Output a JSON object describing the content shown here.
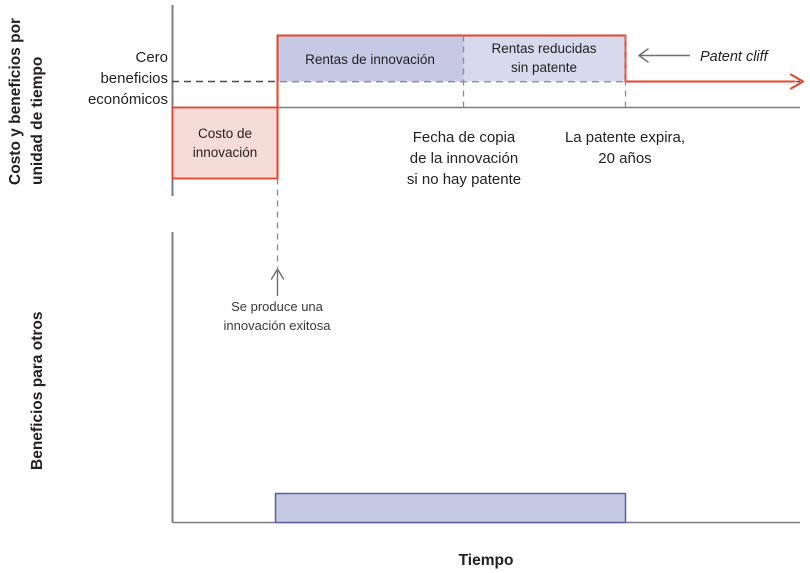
{
  "chart_data": {
    "type": "area",
    "title": "",
    "xlabel": "Tiempo",
    "panels": [
      {
        "id": "upper",
        "ylabel": "Costo y beneficios por unidad de tiempo",
        "zero_line_label": "Cero beneficios económicos",
        "regions": [
          {
            "name": "Costo de innovación",
            "label": "Costo de innovación",
            "sign": "negative",
            "x_start": 0,
            "x_end": 1,
            "value": -1,
            "fill": "#f6dcd6",
            "stroke": "#e8432a"
          },
          {
            "name": "Rentas de innovación",
            "label": "Rentas de innovación",
            "sign": "positive",
            "x_start": 1,
            "x_end": 2.8,
            "value": 1,
            "fill": "#c6c9e4",
            "stroke": "#e8432a"
          },
          {
            "name": "Rentas reducidas sin patente",
            "label": "Rentas reducidas sin patente",
            "sign": "positive",
            "x_start": 2.8,
            "x_end": 4.3,
            "value": 1,
            "fill": "#d7d9ec",
            "stroke": "#e8432a"
          },
          {
            "name": "Cero beneficios tras expiración",
            "label": "",
            "sign": "zero",
            "x_start": 4.3,
            "x_end": 6.0,
            "value": 0,
            "fill": "none",
            "stroke": "#e8432a"
          }
        ],
        "annotations": [
          {
            "name": "patent-cliff",
            "text": "Patent cliff",
            "style": "italic",
            "arrow": "left"
          }
        ]
      },
      {
        "id": "lower",
        "ylabel": "Beneficios para otros",
        "regions": [
          {
            "name": "Beneficios para otros",
            "label": "",
            "x_start": 1,
            "x_end": 4.3,
            "value": 0.12,
            "fill": "#c6c9e4",
            "stroke": "#5b5ea6"
          }
        ],
        "annotations": [
          {
            "name": "successful-innovation",
            "text_line1": "Se produce una",
            "text_line2": "innovación exitosa",
            "arrow": "up"
          }
        ]
      }
    ],
    "event_markers": [
      {
        "name": "copy-date",
        "label_lines": [
          "Fecha de copia",
          "de la innovación",
          "si no hay patente"
        ],
        "x": 2.8
      },
      {
        "name": "patent-expiry",
        "label_lines": [
          "La patente expira,",
          "20 años"
        ],
        "x": 4.3
      }
    ]
  },
  "labels": {
    "y_axis_upper": "Costo y beneficios por unidad de tiempo",
    "y_axis_upper_line1": "Costo y beneficios por",
    "y_axis_upper_line2": "unidad de tiempo",
    "y_axis_lower": "Beneficios para otros",
    "x_axis": "Tiempo",
    "zero_profit_line1": "Cero",
    "zero_profit_line2": "beneficios",
    "zero_profit_line3": "económicos",
    "innovation_cost_line1": "Costo de",
    "innovation_cost_line2": "innovación",
    "innovation_rents": "Rentas de innovación",
    "reduced_rents_line1": "Rentas reducidas",
    "reduced_rents_line2": "sin patente",
    "copy_date_line1": "Fecha de copia",
    "copy_date_line2": "de la innovación",
    "copy_date_line3": "si no hay patente",
    "patent_expiry_line1": "La patente expira,",
    "patent_expiry_line2": "20 años",
    "patent_cliff": "Patent cliff",
    "successful_innovation_line1": "Se produce una",
    "successful_innovation_line2": "innovación exitosa"
  },
  "colors": {
    "rent_fill_dark": "#c6c9e4",
    "rent_fill_light": "#d7d9ec",
    "cost_fill": "#f6dcd6",
    "accent_red": "#e8432a",
    "axis_gray": "#7b7b85",
    "benefit_stroke": "#5b5ea6",
    "text": "#231f20"
  }
}
